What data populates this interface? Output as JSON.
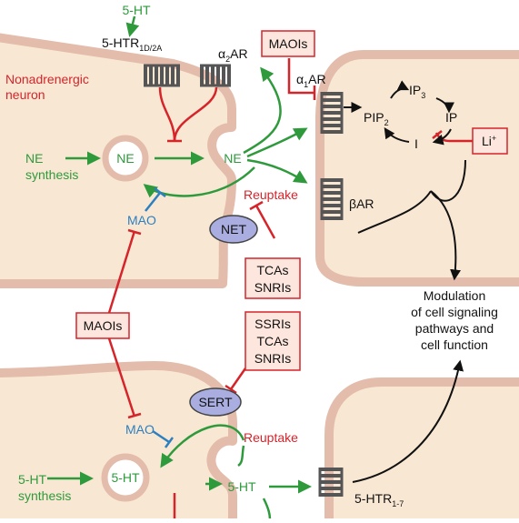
{
  "labels": {
    "ht5_top": "5-HT",
    "htr1d2a_main": "5-HTR",
    "htr1d2a_sub": "1D/2A",
    "a2ar_alpha": "α",
    "a2ar_sub": "2",
    "a2ar_rest": "AR",
    "nonadrenergic_line1": "Nonadrenergic",
    "nonadrenergic_line2": "neuron",
    "maois_top": "MAOIs",
    "a1ar_alpha": "α",
    "a1ar_sub": "1",
    "a1ar_rest": "AR",
    "ip3_main": "IP",
    "ip3_sub": "3",
    "pip2_main": "PIP",
    "pip2_sub": "2",
    "ip": "IP",
    "i": "I",
    "li_main": "Li",
    "li_sup": "+",
    "ne_synthesis_line1": "NE",
    "ne_synthesis_line2": "synthesis",
    "ne_vesicle": "NE",
    "ne_released": "NE",
    "reuptake_ne": "Reuptake",
    "mao_ne": "MAO",
    "net": "NET",
    "bar_beta": "β",
    "bar_rest": "AR",
    "tcas_1": "TCAs",
    "snris_1": "SNRIs",
    "maois_mid": "MAOIs",
    "ssris": "SSRIs",
    "tcas_2": "TCAs",
    "snris_2": "SNRIs",
    "modulation_line1": "Modulation",
    "modulation_line2": "of cell signaling",
    "modulation_line3": "pathways and",
    "modulation_line4": "cell function",
    "sert": "SERT",
    "mao_5ht": "MAO",
    "reuptake_5ht": "Reuptake",
    "ht5_synthesis_line1": "5-HT",
    "ht5_synthesis_line2": "synthesis",
    "ht5_vesicle": "5-HT",
    "ht5_released": "5-HT",
    "htr17_main": "5-HTR",
    "htr17_sub": "1-7"
  },
  "colors": {
    "membrane_fill": "#f8e8d3",
    "membrane_stroke": "#e3bcac",
    "activation": "#2e9a3c",
    "inhibition": "#d6242b",
    "mao": "#2c7fc0",
    "drug_box_fill": "#fde6dd",
    "transporter_fill": "#a9addf"
  }
}
